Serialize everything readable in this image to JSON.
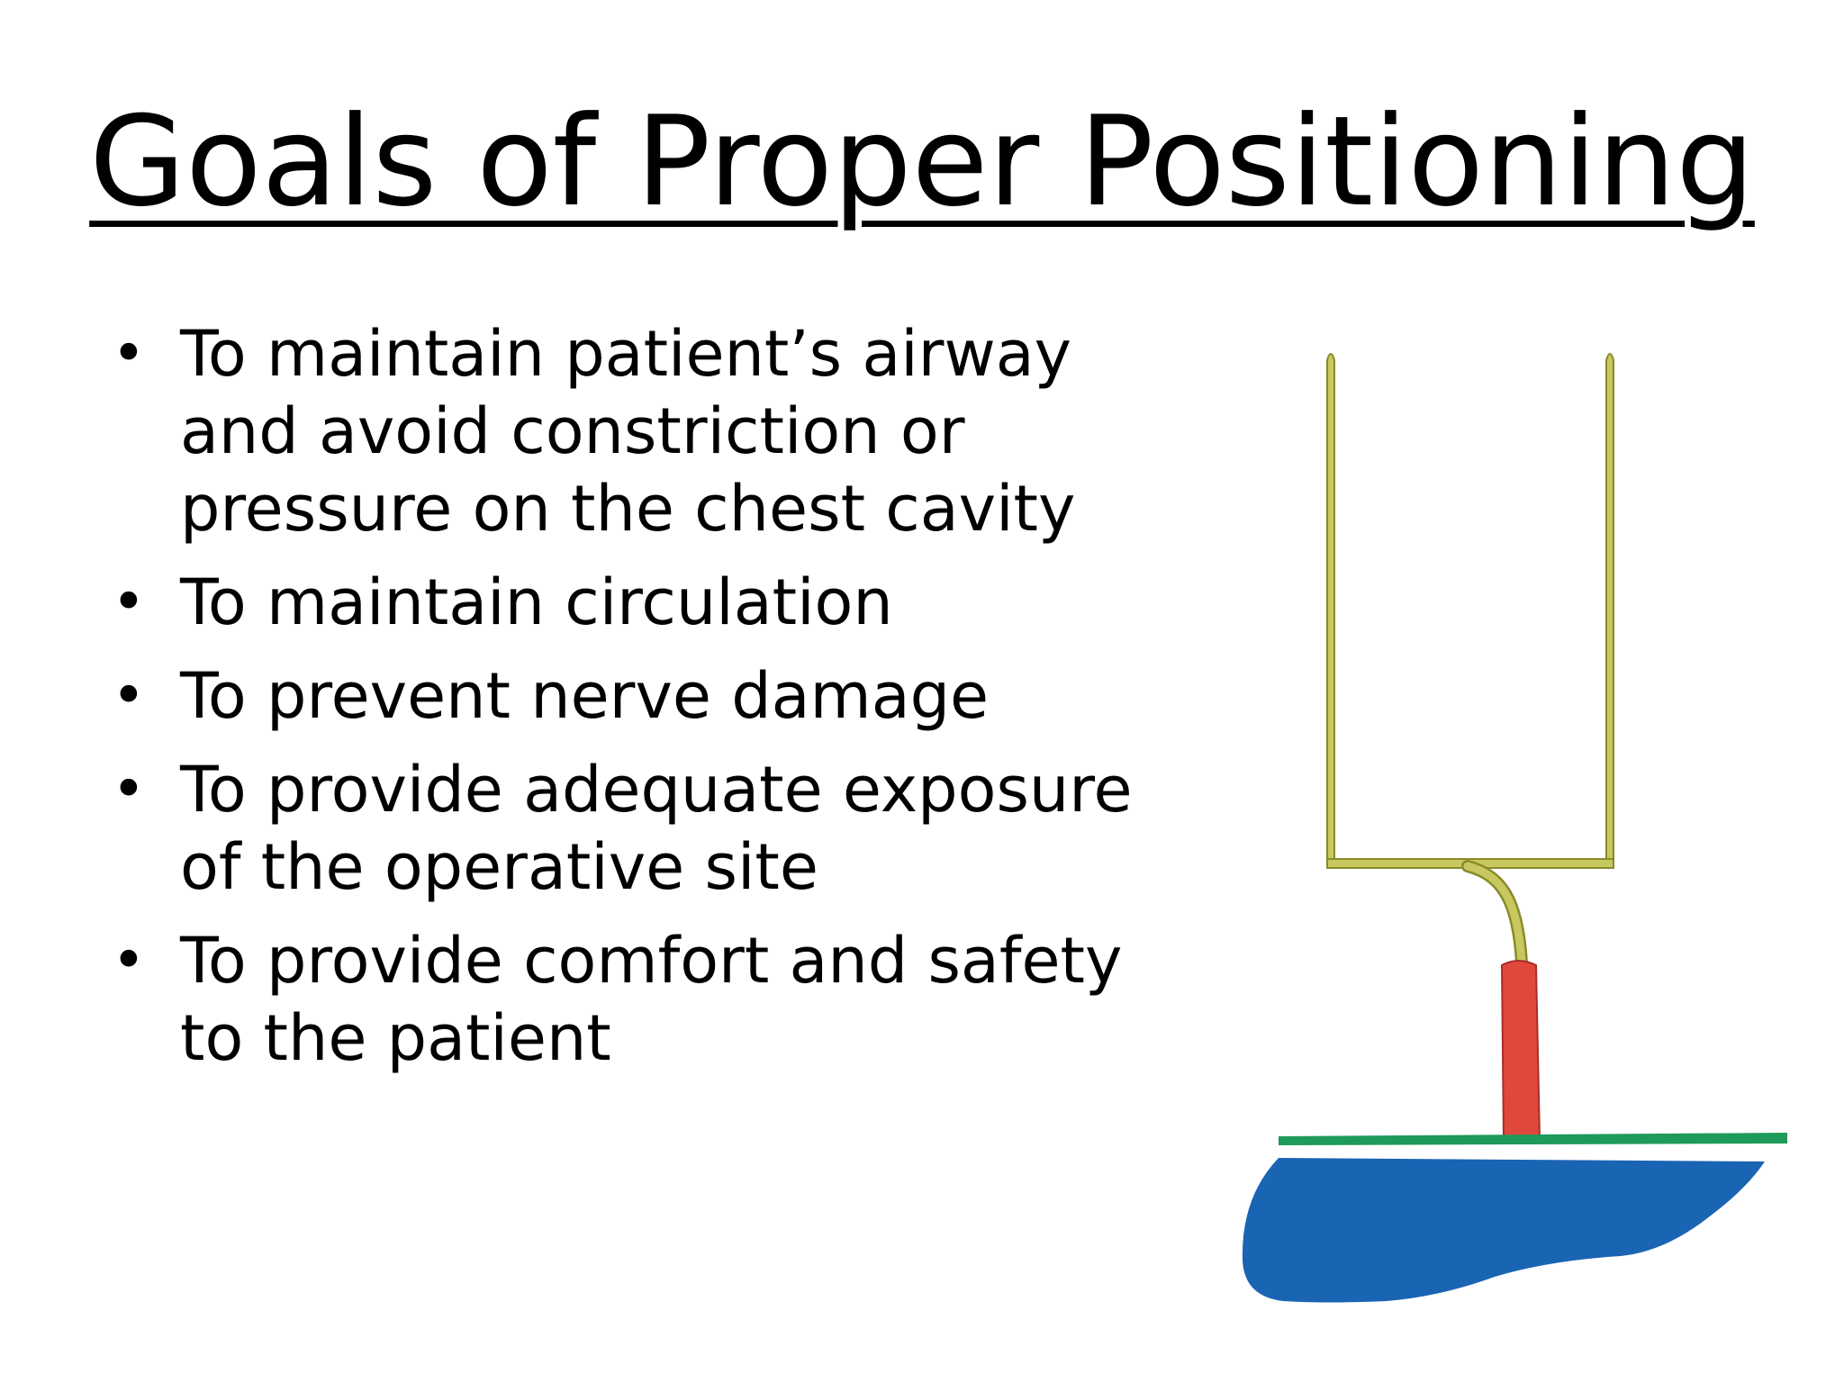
{
  "slide": {
    "title": "Goals of Proper Positioning",
    "bullet_glyph": "•",
    "bullets": [
      "To maintain patient’s airway and avoid constriction or pressure on the chest cavity",
      "To maintain circulation",
      "To prevent nerve damage",
      "To provide adequate exposure of the operative site",
      "To provide comfort and safety to the patient"
    ]
  },
  "illustration": {
    "icon": "goalpost-icon",
    "colors": {
      "post": "#c8c860",
      "post_outline": "#8a8a2a",
      "base": "#e0483c",
      "ground_line": "#1e9a5a",
      "water": "#1a64b4"
    }
  }
}
